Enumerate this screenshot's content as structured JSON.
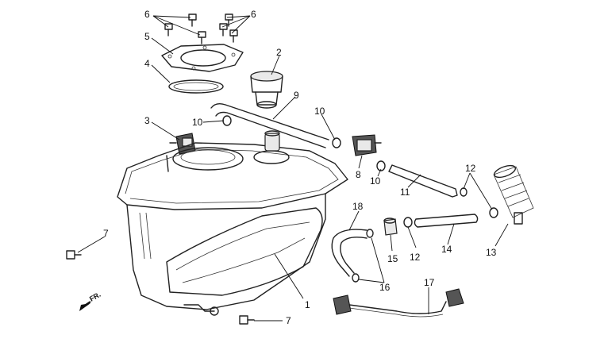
{
  "callouts": {
    "c1": "1",
    "c2": "2",
    "c3": "3",
    "c4": "4",
    "c5": "5",
    "c6a": "6",
    "c6b": "6",
    "c7a": "7",
    "c7b": "7",
    "c8": "8",
    "c9": "9",
    "c10a": "10",
    "c10b": "10",
    "c10c": "10",
    "c11": "11",
    "c12a": "12",
    "c12b": "12",
    "c13": "13",
    "c14": "14",
    "c15": "15",
    "c16": "16",
    "c17": "17",
    "c18": "18"
  },
  "direction_label": "FR."
}
